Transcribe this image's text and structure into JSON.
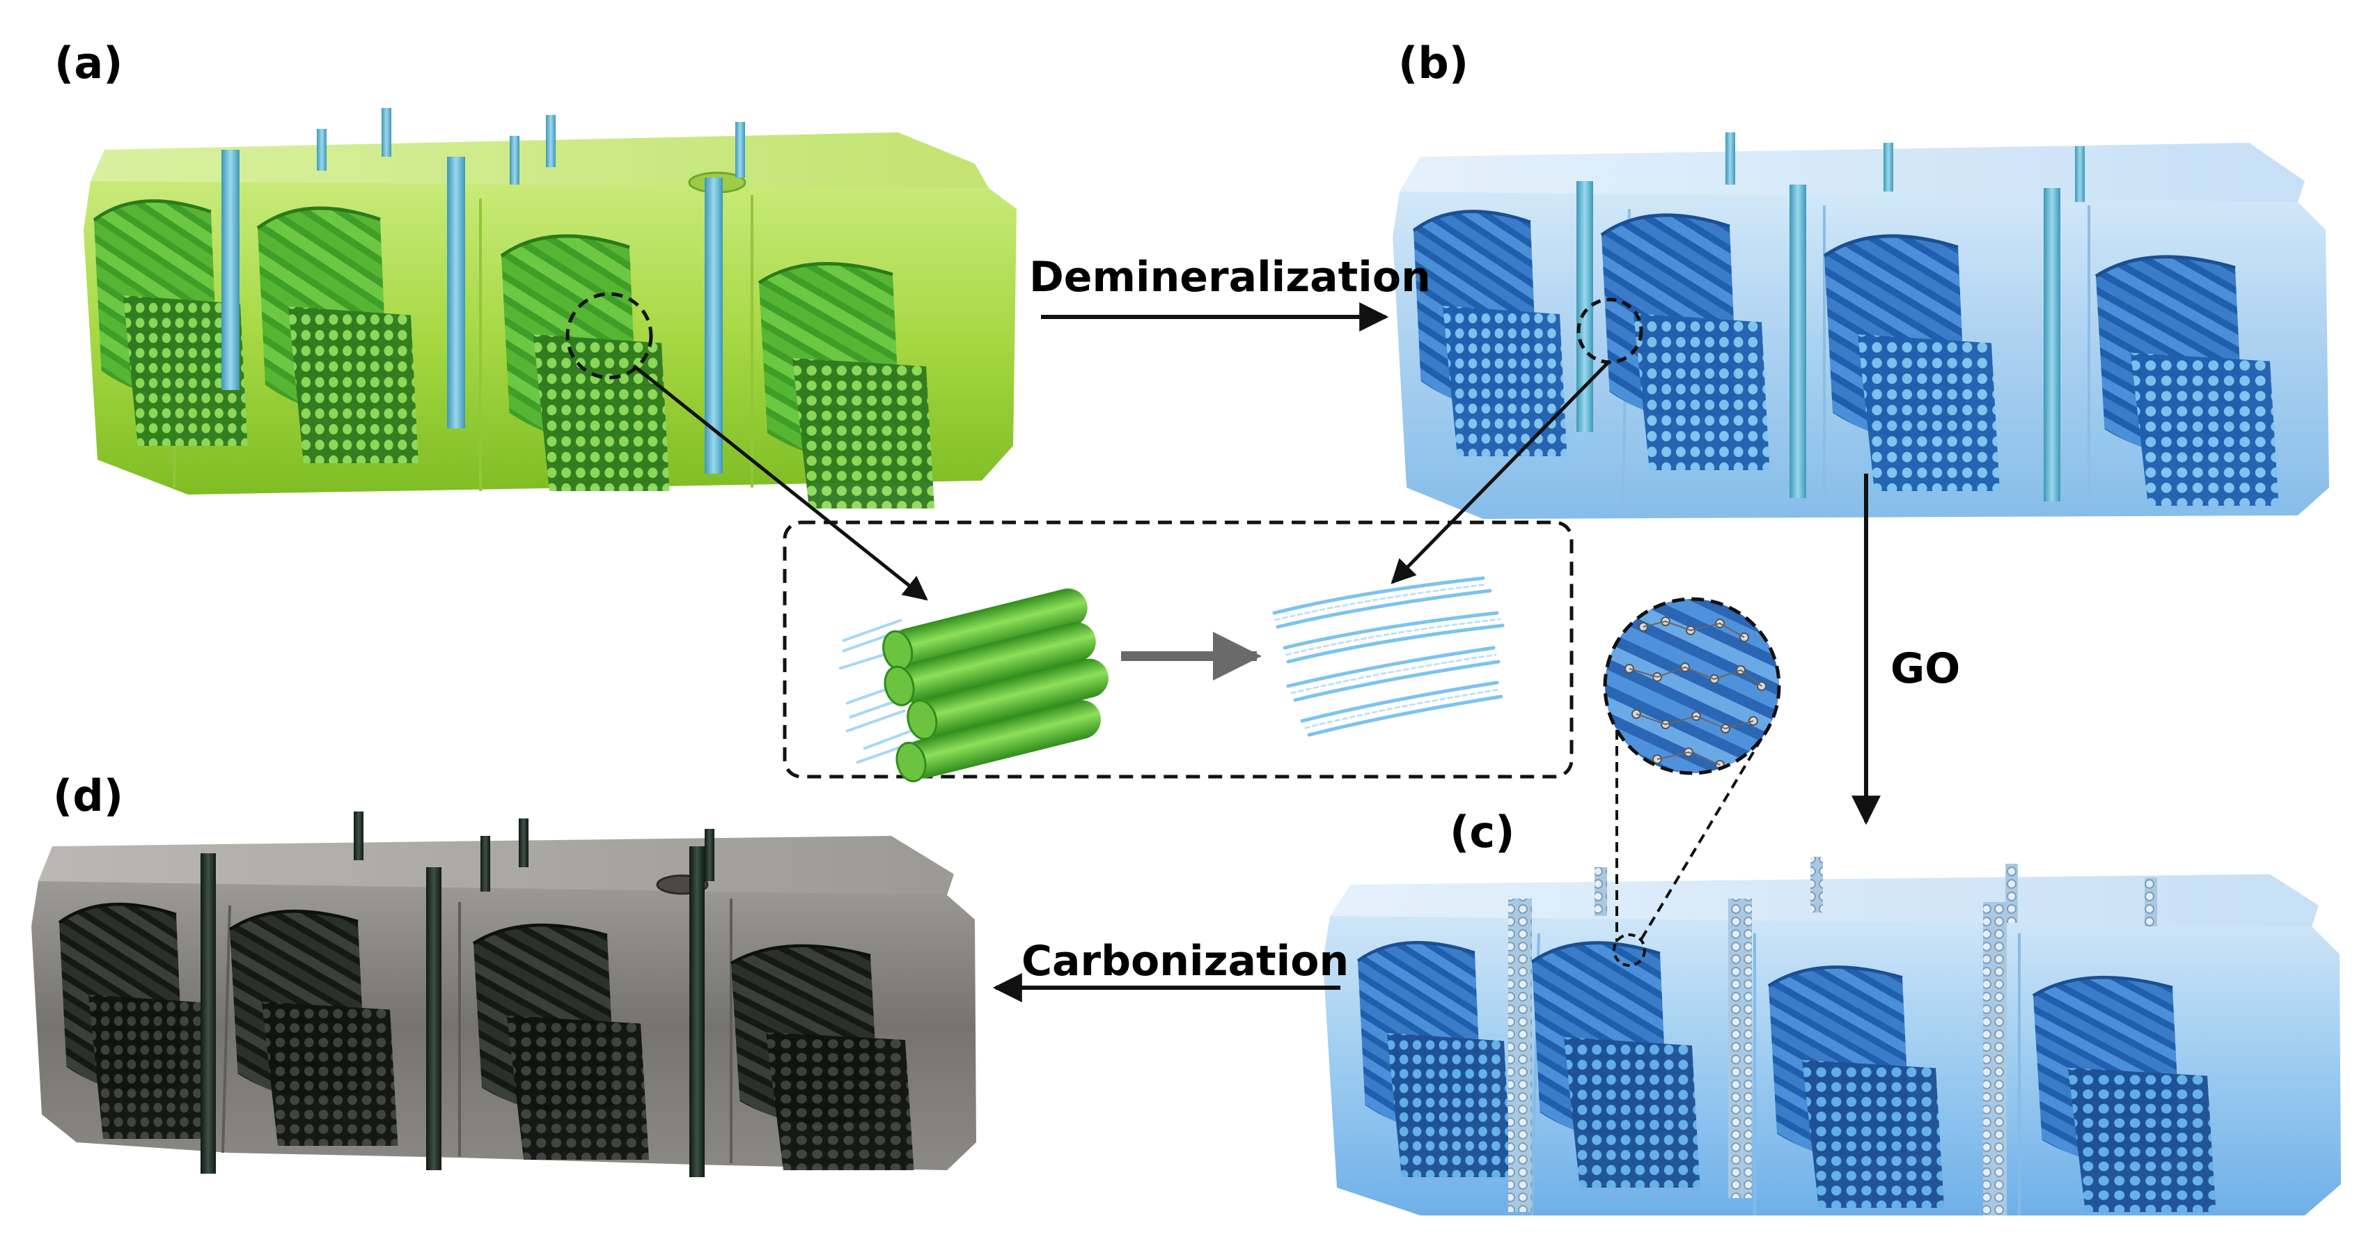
{
  "panels": {
    "a": {
      "label": "(a)"
    },
    "b": {
      "label": "(b)"
    },
    "c": {
      "label": "(c)"
    },
    "d": {
      "label": "(d)"
    }
  },
  "steps": {
    "demineralization": "Demineralization",
    "go": "GO",
    "carbonization": "Carbonization"
  },
  "colors": {
    "mineralized": "#8fcf2e",
    "fiber_green": "#3fa82a",
    "demineralized": "#6fb3e6",
    "fiber_blue": "#2f78c9",
    "go_coated": "#5fa6e6",
    "carbonized": "#5a5a58",
    "fiber_dark": "#222622",
    "arrow": "#111111",
    "arrow_gray": "#6a6a6a"
  }
}
